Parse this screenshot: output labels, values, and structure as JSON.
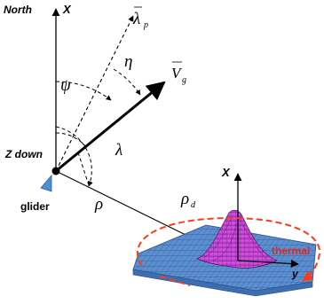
{
  "labels": {
    "north": "North",
    "x_axis_main": "X",
    "z_down": "Z down",
    "glider": "glider",
    "x_axis_thermal": "X",
    "y_axis_thermal": "y",
    "thermal": "thermal"
  },
  "symbols": {
    "lambda_p": "λ",
    "lambda_p_sub": "p",
    "eta": "η",
    "v_g": "V",
    "v_g_sub": "g",
    "psi": "ψ",
    "lambda": "λ",
    "rho": "ρ",
    "rho_d": "ρ",
    "rho_d_sub": "d"
  },
  "colors": {
    "glider_marker": "#4f8fd6",
    "surface_base": "#5b8fd0",
    "surface_peak": "#e040d0",
    "thermal_ring": "#ff3b1a",
    "thermal_text": "#e8251c"
  }
}
